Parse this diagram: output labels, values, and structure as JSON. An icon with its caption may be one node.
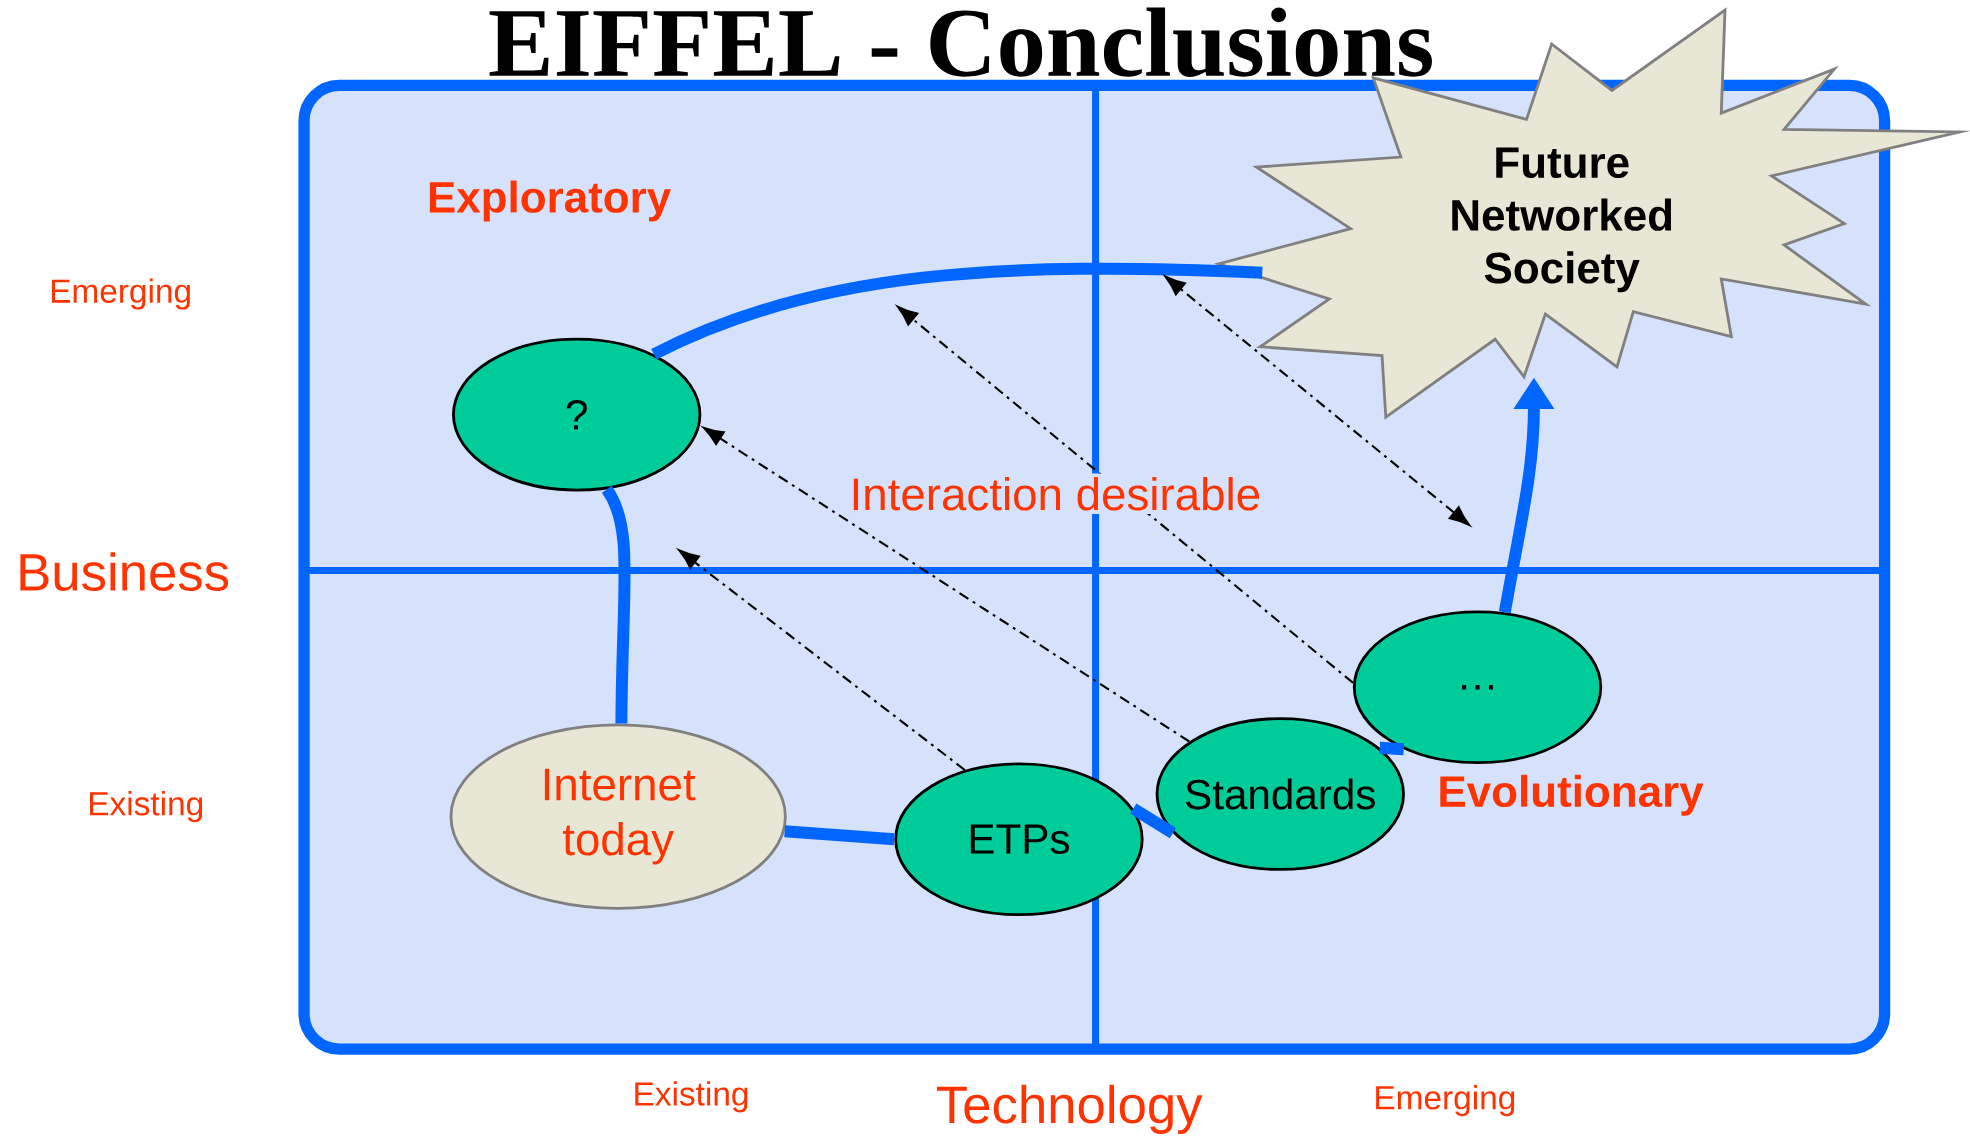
{
  "diagram": {
    "title": "EIFFEL - Conclusions",
    "nodes": [
      {
        "text": [
          "?"
        ]
      },
      {
        "text": [
          "Internet today"
        ]
      },
      {
        "text": [
          "ETPs"
        ]
      },
      {
        "text": [
          "Standards"
        ]
      },
      {
        "text": [
          "…"
        ]
      },
      {
        "text": [
          "Future Networked Society"
        ]
      }
    ],
    "edges": [
      {
        "from": 1,
        "to": 0,
        "arrow": "none"
      },
      {
        "from": 0,
        "to": 5,
        "arrow": "none"
      },
      {
        "from": 1,
        "to": 2,
        "arrow": "none"
      },
      {
        "from": 2,
        "to": 3,
        "arrow": "none"
      },
      {
        "from": 3,
        "to": 4,
        "arrow": "none"
      },
      {
        "from": 4,
        "to": 5,
        "arrow": "to"
      },
      {
        "from": 2,
        "to": null,
        "arrow": "to",
        "style": "dashed",
        "color": "#000000"
      },
      {
        "from": 3,
        "to": 0,
        "arrow": "to",
        "style": "dashed",
        "color": "#000000"
      },
      {
        "from": 4,
        "to": null,
        "arrow": "to",
        "style": "dashed",
        "color": "#000000"
      }
    ],
    "labels": [
      "Exploratory",
      "Emerging",
      "Interaction desirable",
      "Business",
      "Evolutionary",
      "Existing",
      "Existing",
      "Emerging",
      "Technology"
    ]
  }
}
